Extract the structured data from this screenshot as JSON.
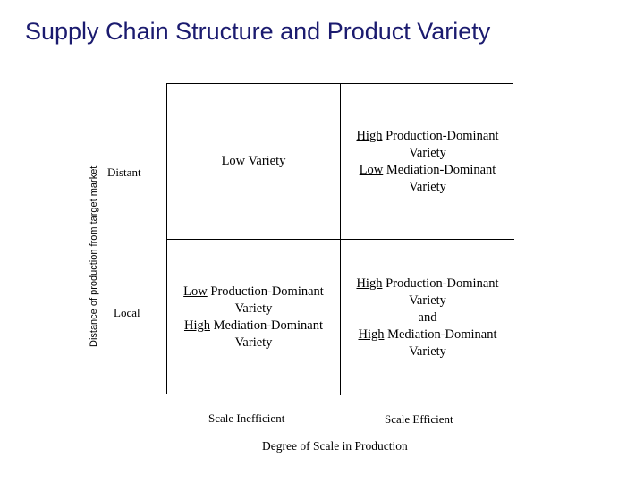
{
  "title": "Supply Chain Structure and Product Variety",
  "axes": {
    "y_label": "Distance of production from target market",
    "y_ticks": [
      "Distant",
      "Local"
    ],
    "x_label": "Degree of Scale in Production",
    "x_ticks": [
      "Scale Inefficient",
      "Scale Efficient"
    ]
  },
  "colors": {
    "title": "#1b1b6f",
    "text": "#000000",
    "grid": "#000000",
    "background": "#ffffff"
  },
  "cells": {
    "distant_inefficient": {
      "lines": [
        {
          "text": "Low Variety",
          "underline": ""
        }
      ]
    },
    "distant_efficient": {
      "lines": [
        {
          "text": "High Production-Dominant",
          "underline": "High"
        },
        {
          "text": "Variety",
          "underline": ""
        },
        {
          "text": "Low Mediation-Dominant",
          "underline": "Low"
        },
        {
          "text": "Variety",
          "underline": ""
        }
      ]
    },
    "local_inefficient": {
      "lines": [
        {
          "text": "Low Production-Dominant",
          "underline": "Low"
        },
        {
          "text": "Variety",
          "underline": ""
        },
        {
          "text": "High Mediation-Dominant",
          "underline": "High"
        },
        {
          "text": "Variety",
          "underline": ""
        }
      ]
    },
    "local_efficient": {
      "lines": [
        {
          "text": "High Production-Dominant",
          "underline": "High"
        },
        {
          "text": "Variety",
          "underline": ""
        },
        {
          "text": "and",
          "underline": ""
        },
        {
          "text": "High Mediation-Dominant",
          "underline": "High"
        },
        {
          "text": "Variety",
          "underline": ""
        }
      ]
    }
  }
}
